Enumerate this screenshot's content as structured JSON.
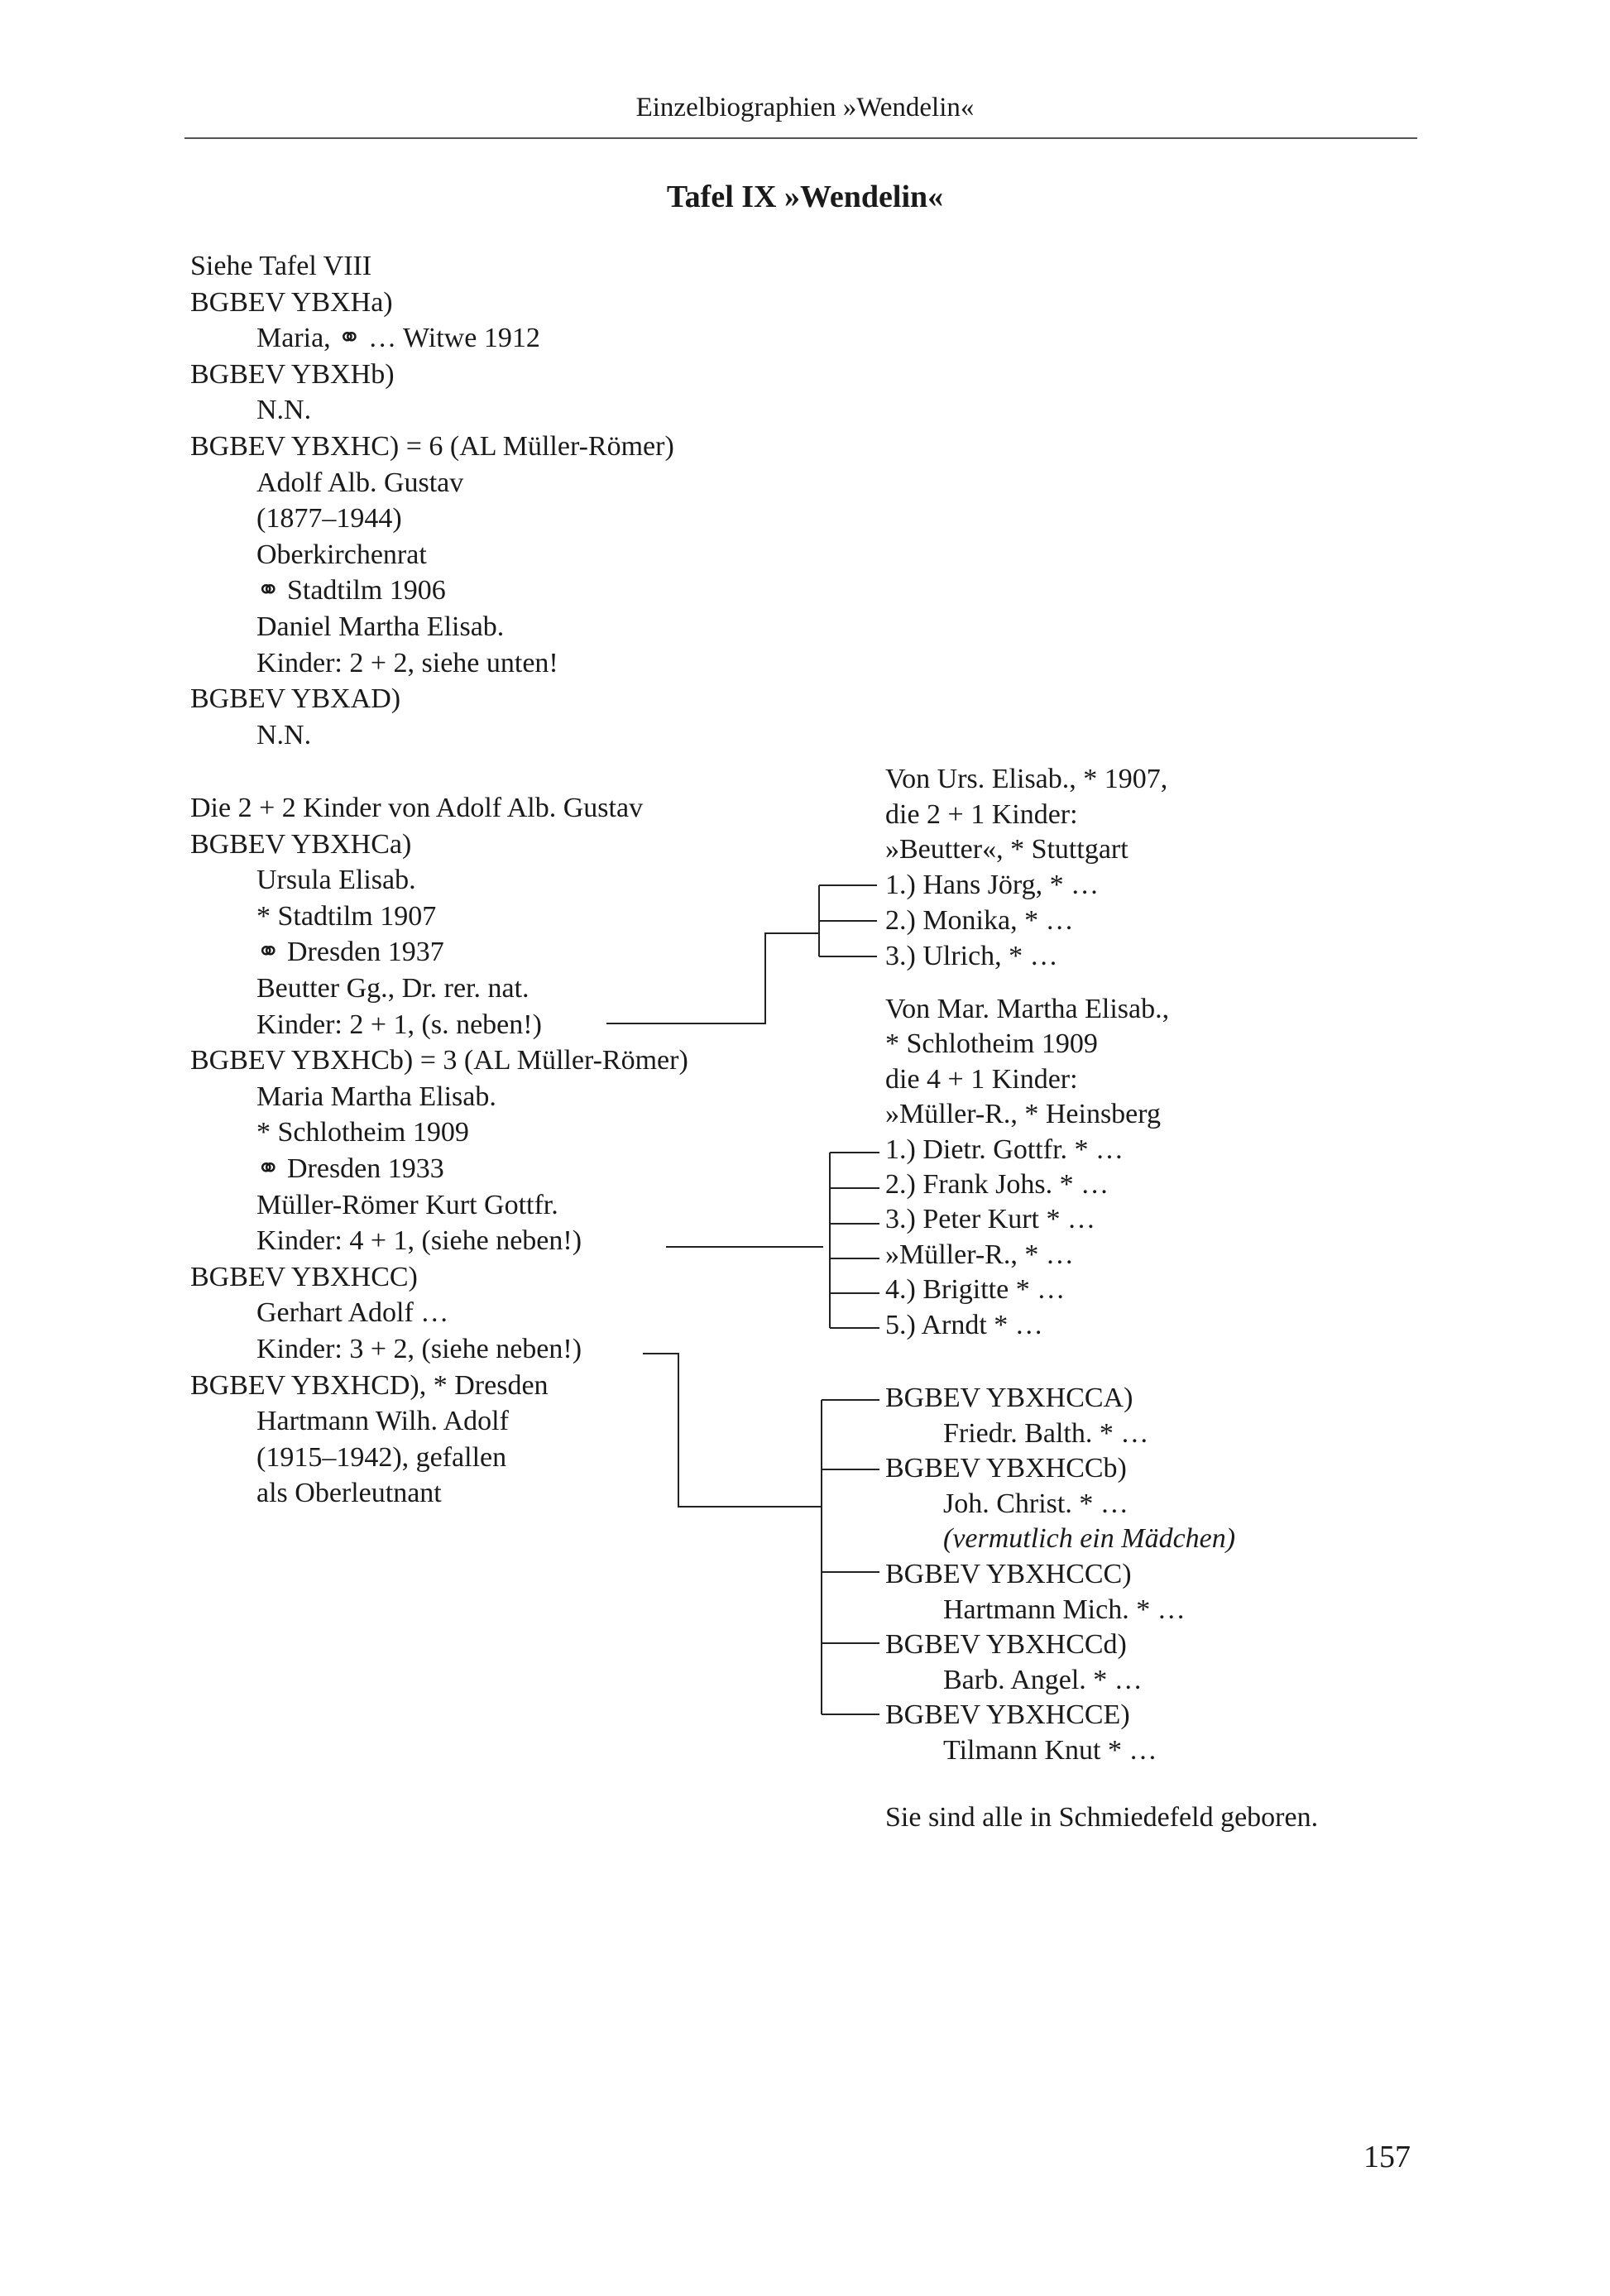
{
  "header": "Einzelbiographien »Wendelin«",
  "title": "Tafel IX »Wendelin«",
  "page_number": "157",
  "left_column": [
    {
      "text": "Siehe Tafel VIII",
      "indent": false
    },
    {
      "text": "BGBEV YBXHa)",
      "indent": false
    },
    {
      "text": "Maria, ⚭ … Witwe 1912",
      "indent": true
    },
    {
      "text": "BGBEV YBXHb)",
      "indent": false
    },
    {
      "text": "N.N.",
      "indent": true
    },
    {
      "text": "BGBEV YBXHC) = 6 (AL Müller-Römer)",
      "indent": false
    },
    {
      "text": "Adolf Alb. Gustav",
      "indent": true
    },
    {
      "text": "(1877–1944)",
      "indent": true
    },
    {
      "text": "Oberkirchenrat",
      "indent": true
    },
    {
      "text": "⚭ Stadtilm 1906",
      "indent": true
    },
    {
      "text": "Daniel Martha Elisab.",
      "indent": true
    },
    {
      "text": "Kinder: 2 + 2, siehe unten!",
      "indent": true
    },
    {
      "text": "BGBEV YBXAD)",
      "indent": false
    },
    {
      "text": "N.N.",
      "indent": true
    }
  ],
  "left_column_2": [
    {
      "text": "Die 2 + 2 Kinder von Adolf Alb. Gustav",
      "indent": false
    },
    {
      "text": "BGBEV YBXHCa)",
      "indent": false
    },
    {
      "text": "Ursula Elisab.",
      "indent": true
    },
    {
      "text": "* Stadtilm 1907",
      "indent": true
    },
    {
      "text": "⚭ Dresden 1937",
      "indent": true
    },
    {
      "text": "Beutter Gg., Dr. rer. nat.",
      "indent": true
    },
    {
      "text": "Kinder: 2 + 1, (s. neben!)",
      "indent": true
    },
    {
      "text": "BGBEV YBXHCb) = 3 (AL Müller-Römer)",
      "indent": false
    },
    {
      "text": "Maria Martha Elisab.",
      "indent": true
    },
    {
      "text": "* Schlotheim 1909",
      "indent": true
    },
    {
      "text": "⚭ Dresden 1933",
      "indent": true
    },
    {
      "text": "Müller-Römer Kurt Gottfr.",
      "indent": true
    },
    {
      "text": "Kinder: 4 + 1, (siehe neben!)",
      "indent": true
    },
    {
      "text": "BGBEV YBXHCC)",
      "indent": false
    },
    {
      "text": "Gerhart Adolf …",
      "indent": true
    },
    {
      "text": "Kinder: 3 + 2, (siehe neben!)",
      "indent": true
    },
    {
      "text": "BGBEV YBXHCD), * Dresden",
      "indent": false
    },
    {
      "text": "Hartmann Wilh. Adolf",
      "indent": true
    },
    {
      "text": "(1915–1942), gefallen",
      "indent": true
    },
    {
      "text": "als Oberleutnant",
      "indent": true
    }
  ],
  "right_column": [
    {
      "text": "Von Urs. Elisab., * 1907,",
      "indent": false,
      "italic": false
    },
    {
      "text": "die 2 + 1 Kinder:",
      "indent": false,
      "italic": false
    },
    {
      "text": "»Beutter«, * Stuttgart",
      "indent": false,
      "italic": false
    },
    {
      "text": "1.) Hans Jörg, * …",
      "indent": false,
      "italic": false
    },
    {
      "text": "2.) Monika, * …",
      "indent": false,
      "italic": false
    },
    {
      "text": "3.) Ulrich, * …",
      "indent": false,
      "italic": false
    },
    {
      "text": "Von Mar. Martha Elisab.,",
      "indent": false,
      "italic": false
    },
    {
      "text": "* Schlotheim 1909",
      "indent": false,
      "italic": false
    },
    {
      "text": "die 4 + 1 Kinder:",
      "indent": false,
      "italic": false
    },
    {
      "text": "»Müller-R., * Heinsberg",
      "indent": false,
      "italic": false
    },
    {
      "text": "1.) Dietr. Gottfr. * …",
      "indent": false,
      "italic": false
    },
    {
      "text": "2.) Frank Johs. * …",
      "indent": false,
      "italic": false
    },
    {
      "text": "3.) Peter Kurt * …",
      "indent": false,
      "italic": false
    },
    {
      "text": "»Müller-R., * …",
      "indent": false,
      "italic": false
    },
    {
      "text": "4.) Brigitte * …",
      "indent": false,
      "italic": false
    },
    {
      "text": "5.) Arndt * …",
      "indent": false,
      "italic": false
    },
    {
      "text": "BGBEV YBXHCCA)",
      "indent": false,
      "italic": false
    },
    {
      "text": "Friedr. Balth. * …",
      "indent": true,
      "italic": false
    },
    {
      "text": "BGBEV YBXHCCb)",
      "indent": false,
      "italic": false
    },
    {
      "text": "Joh. Christ. * …",
      "indent": true,
      "italic": false
    },
    {
      "text": "(vermutlich ein Mädchen)",
      "indent": true,
      "italic": true
    },
    {
      "text": "BGBEV YBXHCCC)",
      "indent": false,
      "italic": false
    },
    {
      "text": "Hartmann Mich. * …",
      "indent": true,
      "italic": false
    },
    {
      "text": "BGBEV YBXHCCd)",
      "indent": false,
      "italic": false
    },
    {
      "text": "Barb. Angel. * …",
      "indent": true,
      "italic": false
    },
    {
      "text": "BGBEV YBXHCCE)",
      "indent": false,
      "italic": false
    },
    {
      "text": "Tilmann Knut * …",
      "indent": true,
      "italic": false
    },
    {
      "text": "Sie sind alle in Schmiedefeld geboren.",
      "indent": false,
      "italic": false
    }
  ]
}
